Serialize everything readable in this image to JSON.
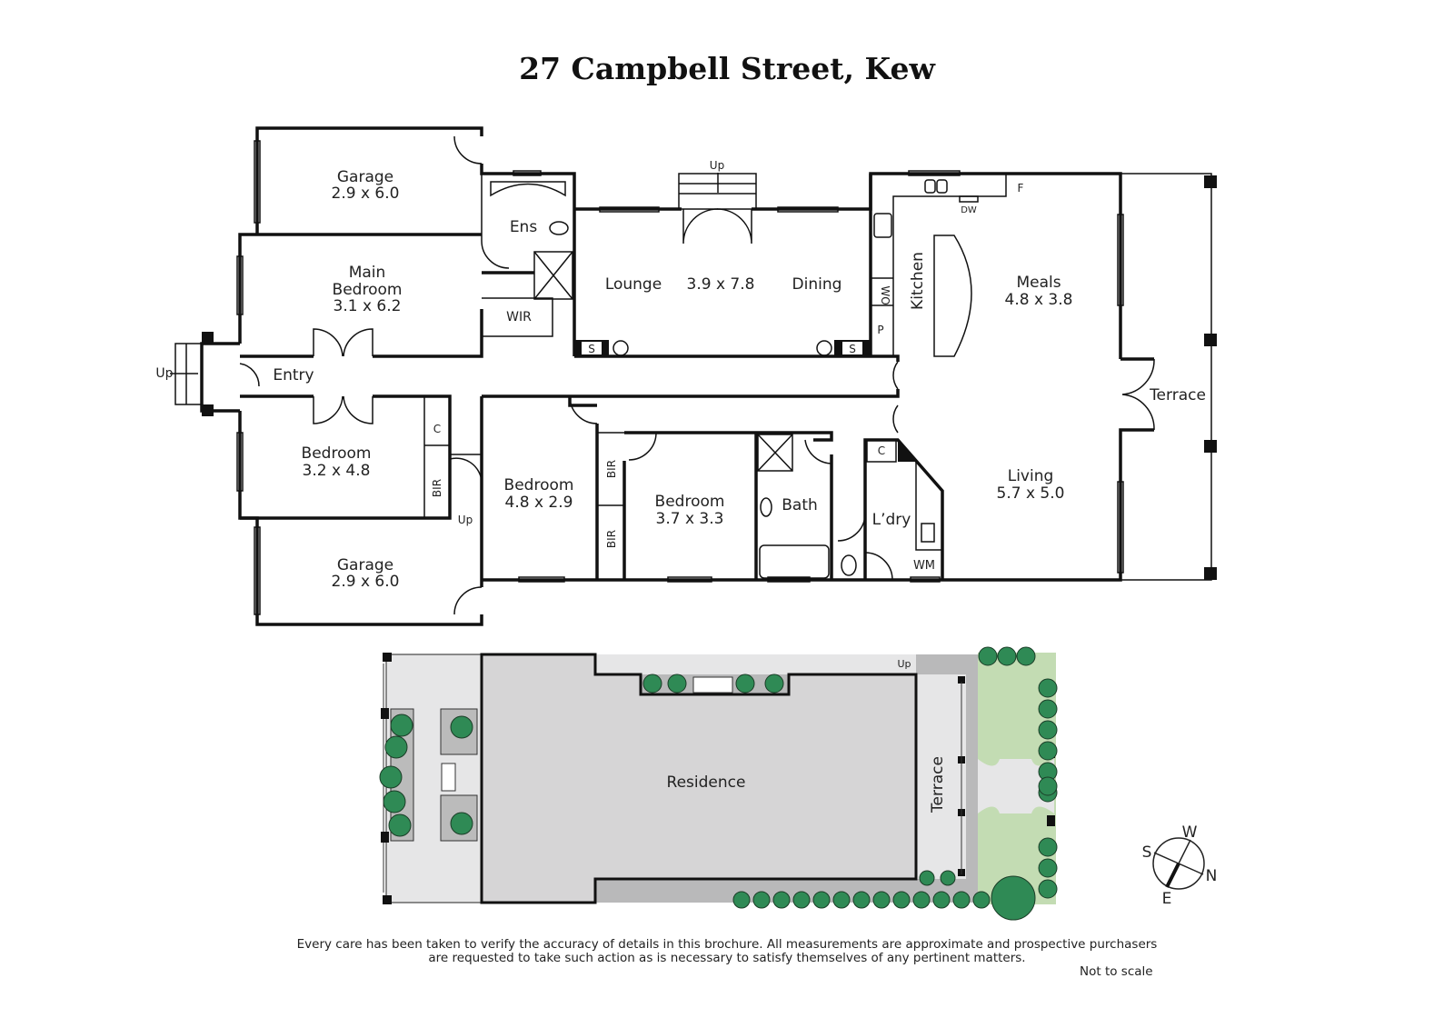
{
  "title": "27 Campbell Street, Kew",
  "rooms": {
    "garage_top": {
      "name": "Garage",
      "size": "2.9 x 6.0"
    },
    "main_bedroom": {
      "name": "Main",
      "name2": "Bedroom",
      "size": "3.1 x 6.2"
    },
    "ens": "Ens",
    "wir": "WIR",
    "lounge": "Lounge",
    "lounge_dining_size": "3.9 x 7.8",
    "dining": "Dining",
    "up_top": "Up",
    "kitchen": "Kitchen",
    "meals": {
      "name": "Meals",
      "size": "4.8 x 3.8"
    },
    "fridge": "F",
    "dw": "DW",
    "wo": "WO",
    "pantry": "P",
    "storage_s": "S",
    "entry": "Entry",
    "up_entry": "Up",
    "terrace": "Terrace",
    "bedroom_left": {
      "name": "Bedroom",
      "size": "3.2 x 4.8"
    },
    "cupboard": "C",
    "bir": "BIR",
    "up_bir": "Up",
    "garage_bottom": {
      "name": "Garage",
      "size": "2.9 x 6.0"
    },
    "bedroom_mid": {
      "name": "Bedroom",
      "size": "4.8 x 2.9"
    },
    "bedroom_right": {
      "name": "Bedroom",
      "size": "3.7 x 3.3"
    },
    "bath": "Bath",
    "laundry": "L’dry",
    "wm": "WM",
    "living": {
      "name": "Living",
      "size": "5.7 x 5.0"
    }
  },
  "site": {
    "residence": "Residence",
    "terrace": "Terrace",
    "up": "Up"
  },
  "compass": {
    "w": "W",
    "s": "S",
    "n": "N",
    "e": "E"
  },
  "colors": {
    "tree": "#2f8a55",
    "lawn": "#c3dcb3",
    "residence": "#d6d5d6",
    "paving": "#e6e6e7",
    "dark_paving": "#b9b9ba"
  },
  "disclaimer": {
    "line1": "Every care has been taken to verify the accuracy of details in this brochure.  All measurements are approximate and prospective purchasers",
    "line2": "are requested to take such action as is necessary to satisfy themselves of any pertinent matters."
  },
  "not_to_scale": "Not to scale"
}
